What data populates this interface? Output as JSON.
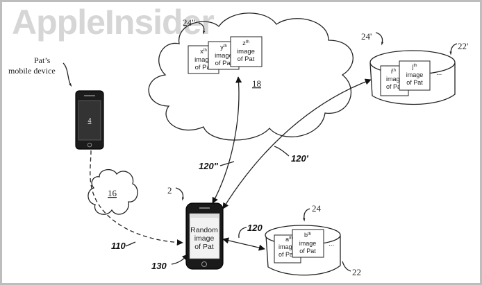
{
  "watermark": "AppleInsider",
  "device_label": {
    "line1": "Pat’s",
    "line2": "mobile device"
  },
  "refs": {
    "phone_small": "4",
    "cloud_small": "16",
    "phone_main": "2",
    "cloud_big": "18",
    "db_bottom_top": "24",
    "db_bottom_bottom": "22",
    "db_right_top": "24'",
    "db_right_side": "22'",
    "cloud_big_corner": "24\""
  },
  "arrows": {
    "a110": "110",
    "a120": "120",
    "a120p": "120'",
    "a120pp": "120\"",
    "a130": "130"
  },
  "main_phone_screen": {
    "l1": "Random",
    "l2": "image",
    "l3": "of Pat"
  },
  "cloud_cards": {
    "x": {
      "sup": "x",
      "sup_suffix": "th",
      "l1": "image",
      "l2": "of Pat"
    },
    "y": {
      "sup": "y",
      "sup_suffix": "th",
      "l1": "image",
      "l2": "of Pat"
    },
    "z": {
      "sup": "z",
      "sup_suffix": "th",
      "l1": "image",
      "l2": "of Pat"
    }
  },
  "db_bottom_cards": {
    "a": {
      "sup": "a",
      "sup_suffix": "th",
      "l1": "image",
      "l2": "of Pat"
    },
    "b": {
      "sup": "b",
      "sup_suffix": "th",
      "l1": "image",
      "l2": "of Pat"
    },
    "ellipsis": "..."
  },
  "db_right_cards": {
    "i": {
      "sup": "i",
      "sup_suffix": "th",
      "l1": "image",
      "l2": "of Pat"
    },
    "j": {
      "sup": "j",
      "sup_suffix": "th",
      "l1": "image",
      "l2": "of Pat"
    },
    "ellipsis": "..."
  }
}
